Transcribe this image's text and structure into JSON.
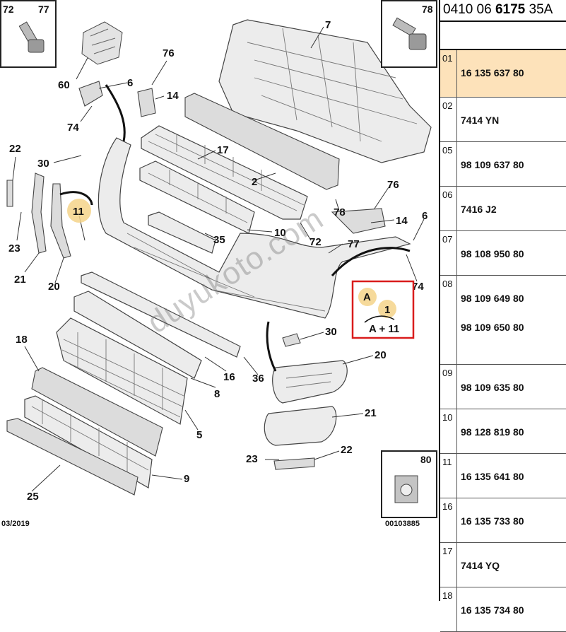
{
  "insets": {
    "top_left_numbers": [
      "72",
      "77"
    ],
    "top_right_number": "78",
    "bottom_right_number": "80"
  },
  "callouts": [
    "7",
    "76",
    "60",
    "6",
    "14",
    "74",
    "17",
    "22",
    "30",
    "2",
    "11",
    "76",
    "14",
    "6",
    "78",
    "23",
    "35",
    "10",
    "72",
    "77",
    "21",
    "20",
    "74",
    "30",
    "18",
    "16",
    "20",
    "8",
    "36",
    "21",
    "23",
    "22",
    "5",
    "9",
    "25"
  ],
  "detail_box": {
    "label_a": "A",
    "label_1": "1",
    "formula": "A + 11"
  },
  "footer": {
    "date": "03/2019",
    "code": "00103885"
  },
  "watermark": "duyukoto.com",
  "parts_list": {
    "header_prefix": "0410 06 ",
    "header_bold": "6175",
    "header_suffix": " 35A",
    "rows": [
      {
        "idx": "01",
        "refs": [
          "16 135 637 80"
        ],
        "selected": true
      },
      {
        "idx": "02",
        "refs": [
          "7414 YN"
        ]
      },
      {
        "idx": "05",
        "refs": [
          "98 109 637 80"
        ]
      },
      {
        "idx": "06",
        "refs": [
          "7416 J2"
        ]
      },
      {
        "idx": "07",
        "refs": [
          "98 108 950 80"
        ]
      },
      {
        "idx": "08",
        "refs": [
          "98 109 649 80",
          "98 109 650 80"
        ]
      },
      {
        "idx": "09",
        "refs": [
          "98 109 635 80"
        ]
      },
      {
        "idx": "10",
        "refs": [
          "98 128 819 80"
        ]
      },
      {
        "idx": "11",
        "refs": [
          "16 135 641 80"
        ]
      },
      {
        "idx": "16",
        "refs": [
          "16 135 733 80"
        ]
      },
      {
        "idx": "17",
        "refs": [
          "7414 YQ"
        ]
      },
      {
        "idx": "18",
        "refs": [
          "16 135 734 80"
        ]
      }
    ],
    "highlight_color": "#fde2ba"
  },
  "colors": {
    "detail_box_border": "#d91c1c",
    "highlight_circle": "#f4d48a"
  }
}
